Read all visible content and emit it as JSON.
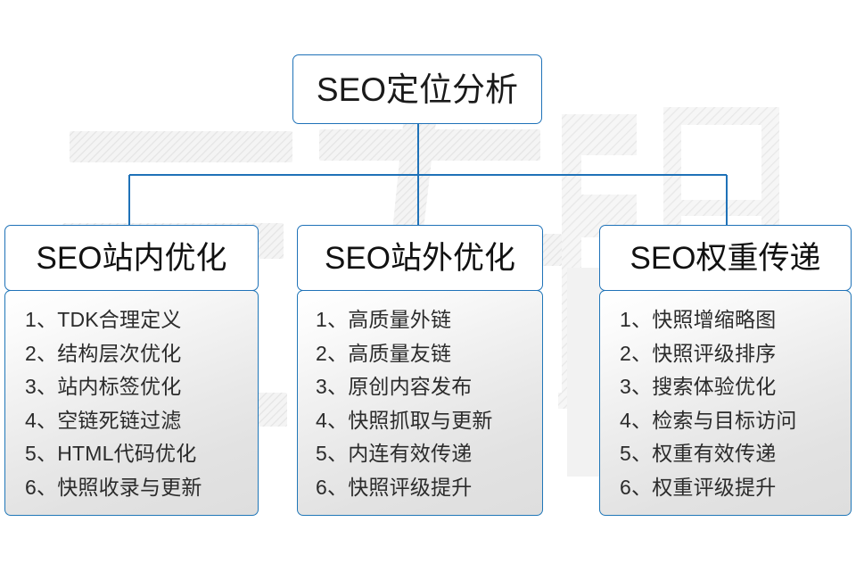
{
  "diagram": {
    "type": "org-tree",
    "root": {
      "label": "SEO定位分析"
    },
    "colors": {
      "border_blue": "#1f72b8",
      "connector_blue": "#1f72b8",
      "text_dark": "#1a1a1a",
      "panel_gray_top": "#ffffff",
      "panel_gray_bottom": "#dedede",
      "watermark_gray": "#ebebeb",
      "background": "#ffffff"
    },
    "watermark": {
      "text": "云无限",
      "mark": "R"
    },
    "columns": [
      {
        "header": "SEO站内优化",
        "items": [
          "1、TDK合理定义",
          "2、结构层次优化",
          "3、站内标签优化",
          "4、空链死链过滤",
          "5、HTML代码优化",
          "6、快照收录与更新"
        ]
      },
      {
        "header": "SEO站外优化",
        "items": [
          "1、高质量外链",
          "2、高质量友链",
          "3、原创内容发布",
          "4、快照抓取与更新",
          "5、内连有效传递",
          "6、快照评级提升"
        ]
      },
      {
        "header": "SEO权重传递",
        "items": [
          "1、快照增缩略图",
          "2、快照评级排序",
          "3、搜索体验优化",
          "4、检索与目标访问",
          "5、权重有效传递",
          "6、权重评级提升"
        ]
      }
    ]
  }
}
